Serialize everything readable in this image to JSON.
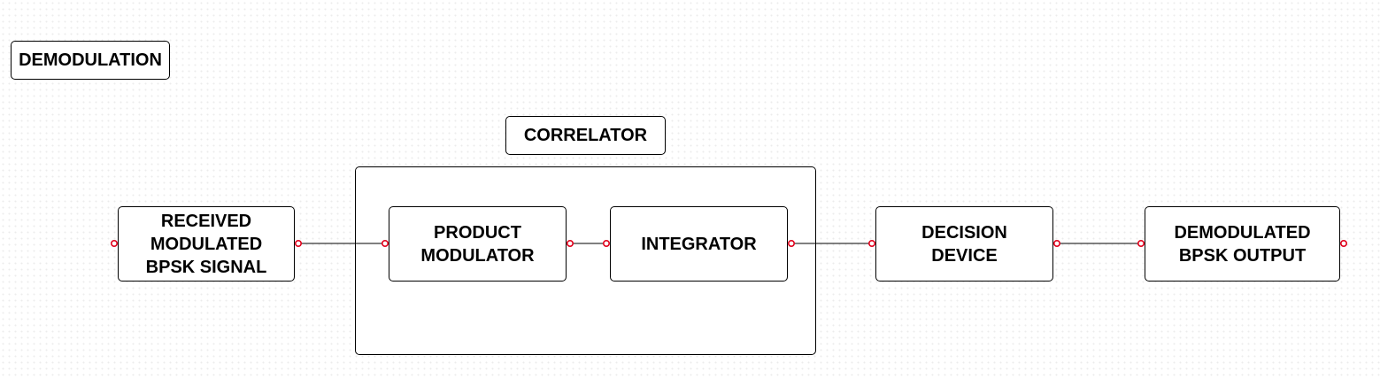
{
  "diagram": {
    "title": "DEMODULATION",
    "group_label": "CORRELATOR",
    "blocks": {
      "received": "RECEIVED\nMODULATED\nBPSK SIGNAL",
      "product_modulator": "PRODUCT\nMODULATOR",
      "integrator": "INTEGRATOR",
      "decision_device": "DECISION\nDEVICE",
      "output": "DEMODULATED\nBPSK OUTPUT"
    },
    "colors": {
      "stroke": "#000000",
      "connector": "#e0001b"
    }
  }
}
